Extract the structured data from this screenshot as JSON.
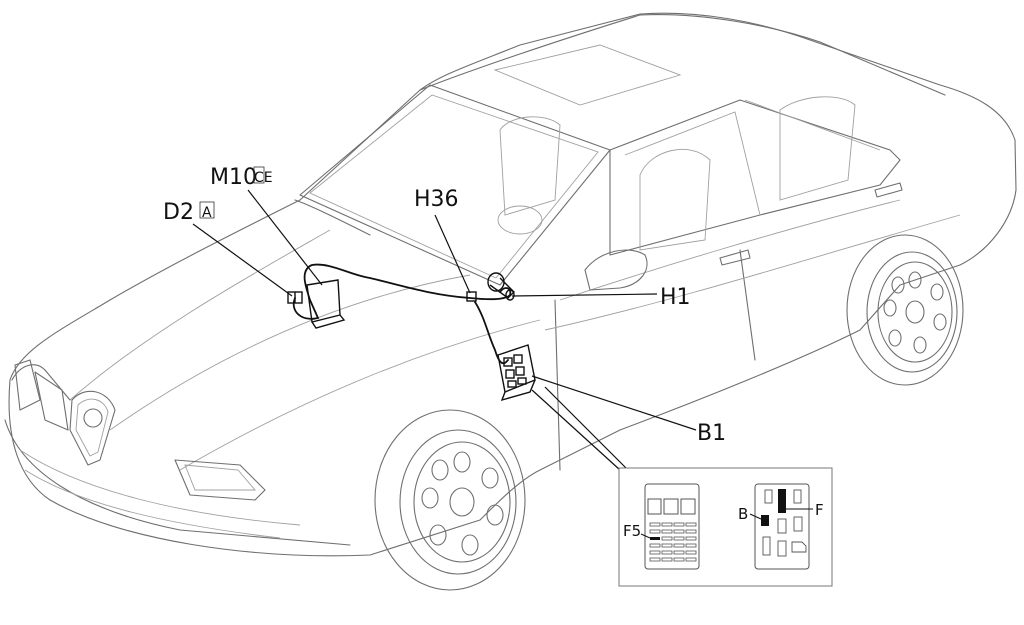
{
  "labels": {
    "m10": "M10",
    "m10_suffix": "CE",
    "d2": "D2",
    "d2_suffix": "A",
    "h36": "H36",
    "h1": "H1",
    "b1": "B1",
    "f5": "F5",
    "b": "B",
    "f": "F"
  },
  "colors": {
    "line": "#111111",
    "car_outline": "#6f6f6f",
    "background": "#ffffff"
  }
}
